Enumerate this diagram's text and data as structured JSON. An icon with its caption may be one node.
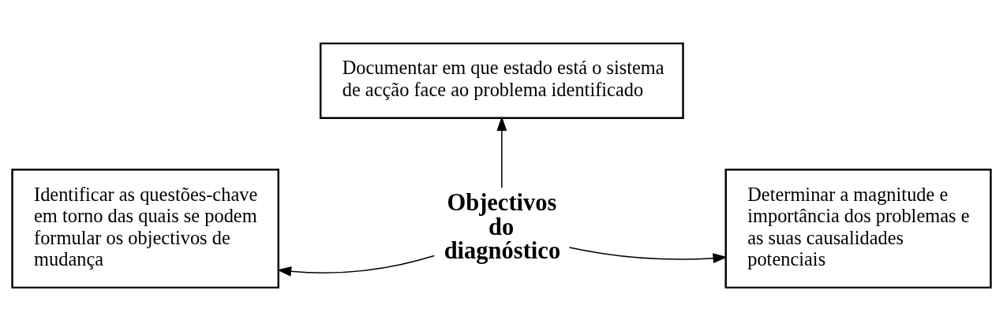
{
  "diagram": {
    "nodes": [
      {
        "text": [
          "Documentar em que estado está o sistema de acção face ao problema identificado"
        ]
      },
      {
        "text": [
          "Identificar as questões-chave em torno das quais se podem formular os objectivos de mudança"
        ]
      },
      {
        "text": [
          "Objectivos do diagnóstico"
        ]
      },
      {
        "text": [
          "Determinar a magnitude e importância dos problemas e as suas causalidades potenciais"
        ]
      }
    ],
    "edges": [
      {
        "from": 2,
        "to": 0,
        "arrow": "to"
      },
      {
        "from": 2,
        "to": 1,
        "arrow": "to"
      },
      {
        "from": 2,
        "to": 3,
        "arrow": "to"
      }
    ]
  }
}
